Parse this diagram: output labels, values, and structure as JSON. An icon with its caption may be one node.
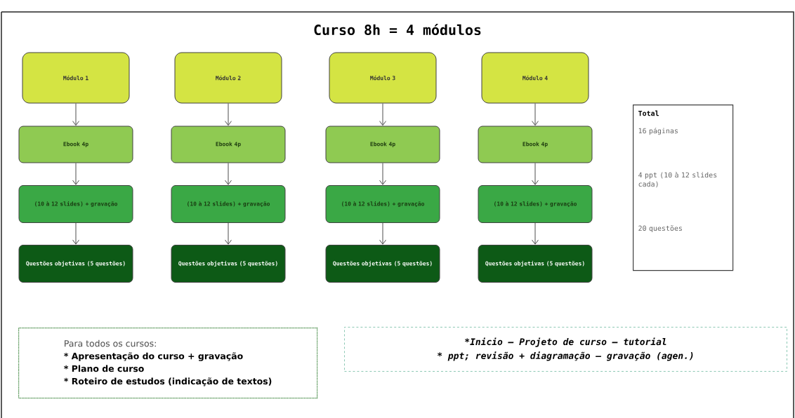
{
  "diagram": {
    "title": "Curso 8h = 4 módulos",
    "nodes": [
      {
        "text": [
          "Módulo 1"
        ]
      },
      {
        "text": [
          "Módulo 2"
        ]
      },
      {
        "text": [
          "Módulo 3"
        ]
      },
      {
        "text": [
          "Módulo 4"
        ]
      },
      {
        "text": [
          "Ebook 4p"
        ]
      },
      {
        "text": [
          "Ebook 4p"
        ]
      },
      {
        "text": [
          "Ebook 4p"
        ]
      },
      {
        "text": [
          "Ebook 4p"
        ]
      },
      {
        "text": [
          "(10 à 12 slides) + gravação"
        ]
      },
      {
        "text": [
          "(10 à 12 slides) + gravação"
        ]
      },
      {
        "text": [
          "(10 à 12 slides) + gravação"
        ]
      },
      {
        "text": [
          "(10 à 12 slides) + gravação"
        ]
      },
      {
        "text": [
          "Questões objetivas (5 questões)"
        ]
      },
      {
        "text": [
          "Questões objetivas (5 questões)"
        ]
      },
      {
        "text": [
          "Questões objetivas (5 questões)"
        ]
      },
      {
        "text": [
          "Questões objetivas (5 questões)"
        ]
      },
      {
        "text": [
          "Total",
          "16 páginas",
          "4 ppt (10 à 12 slides cada)",
          "20 questões"
        ]
      },
      {
        "text": [
          "Para todos os cursos:",
          "* Apresentação do curso + gravação",
          "* Plano de curso",
          "* Roteiro de estudos (indicação de textos)"
        ]
      },
      {
        "text": [
          "*Inicio – Projeto de curso – tutorial",
          "* ppt; revisão + diagramação – gravação (agen.)"
        ]
      }
    ],
    "edges": [
      {
        "from": 0,
        "to": 4,
        "arrow": "to"
      },
      {
        "from": 1,
        "to": 5,
        "arrow": "to"
      },
      {
        "from": 2,
        "to": 6,
        "arrow": "to"
      },
      {
        "from": 3,
        "to": 7,
        "arrow": "to"
      },
      {
        "from": 4,
        "to": 8,
        "arrow": "to"
      },
      {
        "from": 5,
        "to": 9,
        "arrow": "to"
      },
      {
        "from": 6,
        "to": 10,
        "arrow": "to"
      },
      {
        "from": 7,
        "to": 11,
        "arrow": "to"
      },
      {
        "from": 8,
        "to": 12,
        "arrow": "to"
      },
      {
        "from": 9,
        "to": 13,
        "arrow": "to"
      },
      {
        "from": 10,
        "to": 14,
        "arrow": "to"
      },
      {
        "from": 11,
        "to": 15,
        "arrow": "to"
      }
    ]
  }
}
